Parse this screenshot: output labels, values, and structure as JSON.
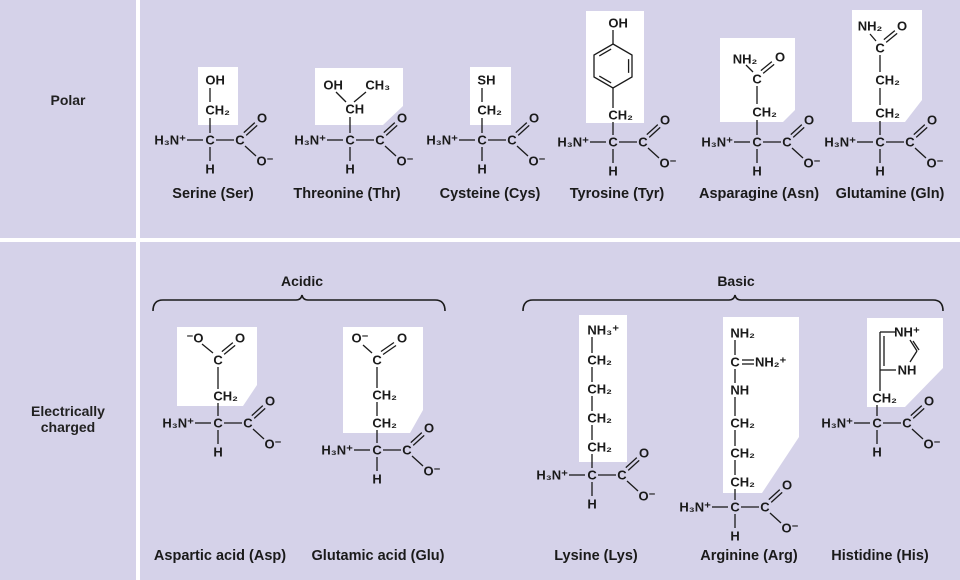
{
  "rows": [
    {
      "label": "Polar"
    },
    {
      "label_line1": "Electrically",
      "label_line2": "charged"
    }
  ],
  "groups": {
    "acidic": "Acidic",
    "basic": "Basic"
  },
  "backbone": {
    "amine": "H₃N⁺",
    "alpha_c": "C",
    "carboxyl_c": "C",
    "carbonyl_o": "O",
    "carboxylate_o": "O⁻",
    "h": "H"
  },
  "amino_acids": [
    {
      "id": "ser",
      "name": "Serine (Ser)",
      "side_chain": [
        "CH₂",
        "OH"
      ]
    },
    {
      "id": "thr",
      "name": "Threonine (Thr)",
      "side_chain": [
        "CH",
        "OH",
        "CH₃"
      ]
    },
    {
      "id": "cys",
      "name": "Cysteine (Cys)",
      "side_chain": [
        "CH₂",
        "SH"
      ]
    },
    {
      "id": "tyr",
      "name": "Tyrosine (Tyr)",
      "side_chain": [
        "CH₂",
        "OH"
      ]
    },
    {
      "id": "asn",
      "name": "Asparagine (Asn)",
      "side_chain": [
        "CH₂",
        "C",
        "NH₂",
        "O"
      ]
    },
    {
      "id": "gln",
      "name": "Glutamine (Gln)",
      "side_chain": [
        "CH₂",
        "CH₂",
        "C",
        "NH₂",
        "O"
      ]
    },
    {
      "id": "asp",
      "name": "Aspartic acid (Asp)",
      "side_chain": [
        "CH₂",
        "C",
        "⁻O",
        "O"
      ]
    },
    {
      "id": "glu",
      "name": "Glutamic acid (Glu)",
      "side_chain": [
        "CH₂",
        "CH₂",
        "C",
        "O⁻",
        "O"
      ]
    },
    {
      "id": "lys",
      "name": "Lysine (Lys)",
      "side_chain": [
        "CH₂",
        "CH₂",
        "CH₂",
        "CH₂",
        "NH₃⁺"
      ]
    },
    {
      "id": "arg",
      "name": "Arginine (Arg)",
      "side_chain": [
        "CH₂",
        "CH₂",
        "CH₂",
        "NH",
        "C",
        "NH₂",
        "NH₂⁺"
      ]
    },
    {
      "id": "his",
      "name": "Histidine (His)",
      "side_chain": [
        "CH₂",
        "NH⁺",
        "NH"
      ]
    }
  ],
  "colors": {
    "background": "#d5d2e9",
    "divider": "#ffffff",
    "side_chain_box": "#ffffff",
    "ink": "#1a1a1a"
  }
}
